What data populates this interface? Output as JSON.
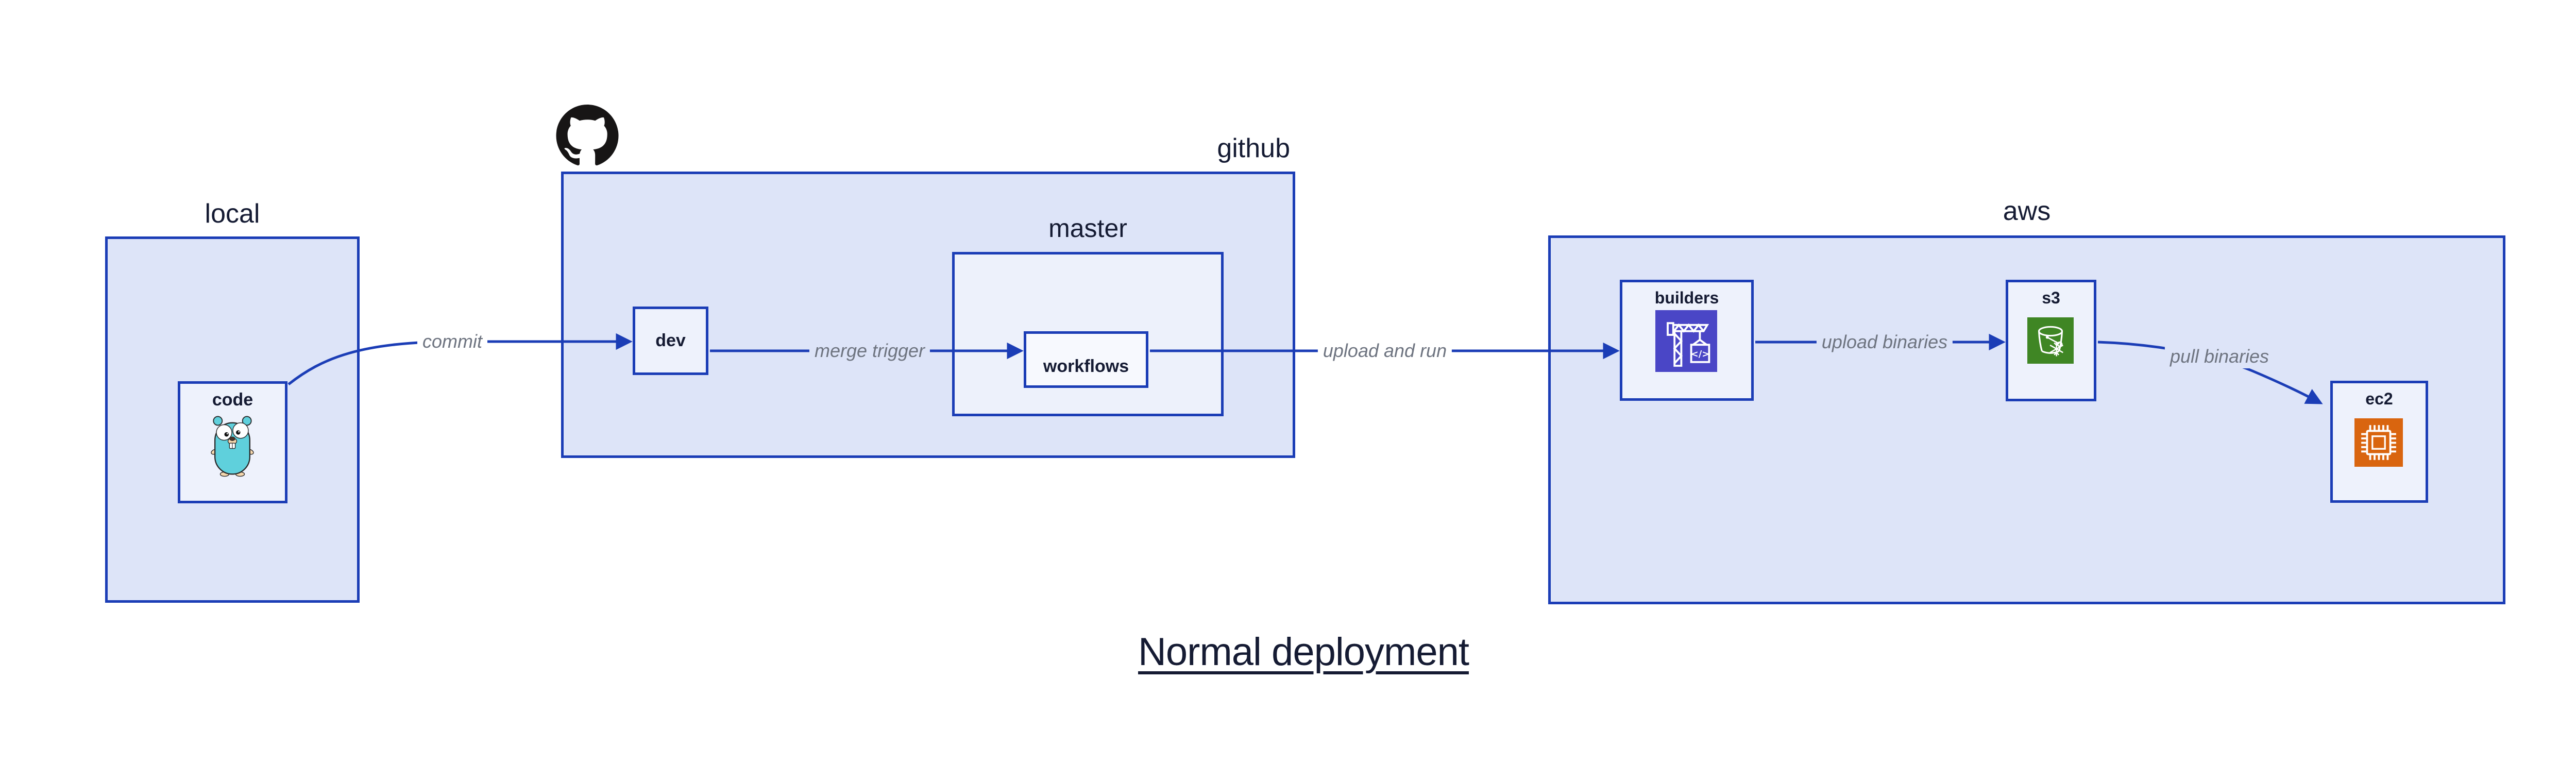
{
  "diagram_title": "Normal deployment",
  "groups": {
    "local": {
      "label": "local"
    },
    "github": {
      "label": "github",
      "logo_icon": "github-octocat"
    },
    "master": {
      "label": "master"
    },
    "aws": {
      "label": "aws"
    }
  },
  "nodes": {
    "code": {
      "label": "code",
      "icon": "go-gopher"
    },
    "dev": {
      "label": "dev"
    },
    "workflows": {
      "label": "workflows"
    },
    "builders": {
      "label": "builders",
      "icon": "aws-codebuild-crane"
    },
    "s3": {
      "label": "s3",
      "icon": "aws-s3-glacier-bucket"
    },
    "ec2": {
      "label": "ec2",
      "icon": "aws-ec2-chip"
    }
  },
  "edges": [
    {
      "from": "code",
      "to": "dev",
      "label": "commit"
    },
    {
      "from": "dev",
      "to": "workflows",
      "label": "merge trigger"
    },
    {
      "from": "workflows",
      "to": "builders",
      "label": "upload and run"
    },
    {
      "from": "builders",
      "to": "s3",
      "label": "upload binaries"
    },
    {
      "from": "s3",
      "to": "ec2",
      "label": "pull binaries"
    }
  ],
  "colors": {
    "edge-blue": "#1b3db6",
    "group-fill": "#dde4f8",
    "master-fill": "#edf1fb",
    "node-fill": "#eef2fc",
    "workflows-fill": "#f7f9fe",
    "text-navy": "#151b33",
    "edge-label-gray": "#6e7480",
    "codebuild-indigo": "#4a46c6",
    "s3-green": "#3f8624",
    "ec2-orange": "#d9650f",
    "gopher-teal": "#5fd0dc",
    "octocat-black": "#171515"
  }
}
